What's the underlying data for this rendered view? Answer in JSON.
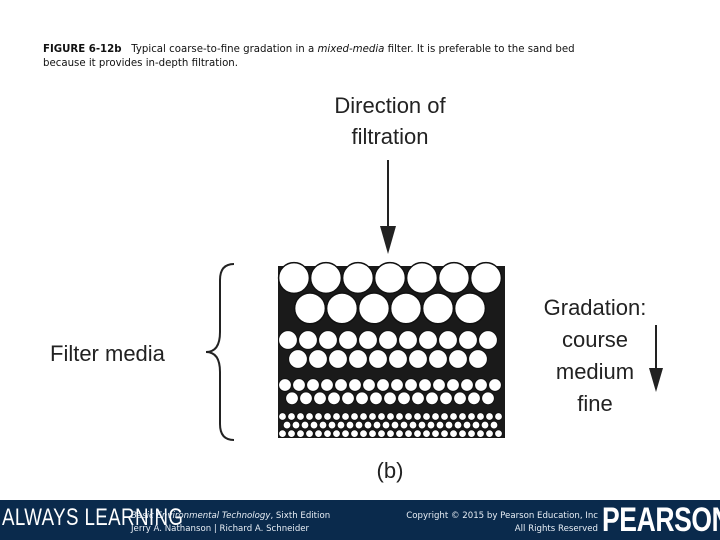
{
  "caption": {
    "figure_id": "FIGURE 6-12b",
    "text_before_italic": "Typical coarse-to-fine gradation in a ",
    "italic": "mixed-media",
    "text_after_italic": " filter. It is preferable to the sand bed",
    "line2": "because it provides in-depth filtration."
  },
  "figure": {
    "direction_line1": "Direction of",
    "direction_line2": "filtration",
    "filter_media": "Filter media",
    "gradation_line1": "Gradation:",
    "gradation_line2": "course",
    "gradation_line3": "medium",
    "gradation_line4": "fine",
    "panel_label": "(b)"
  },
  "footer": {
    "always_learning": "ALWAYS LEARNING",
    "book_title": "Basic Environmental Technology",
    "book_edition": ", Sixth Edition",
    "authors": "Jerry A. Nathanson | Richard A. Schneider",
    "copyright": "Copyright © 2015 by Pearson Education, Inc",
    "rights": "All Rights Reserved",
    "brand": "PEARSON"
  },
  "colors": {
    "footer_bg": "#0a2a4c",
    "footer_text": "#e8eef5"
  }
}
